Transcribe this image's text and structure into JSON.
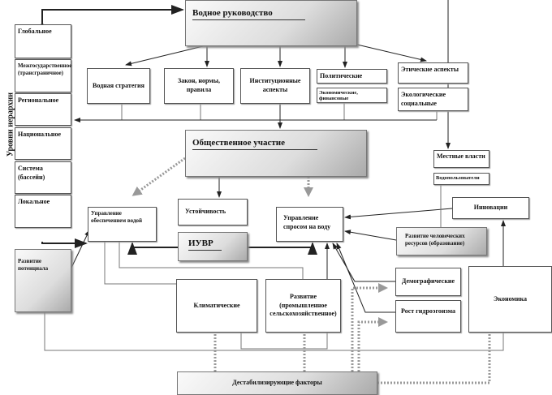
{
  "levels_label": "Уровни иерархии",
  "levels": [
    "Глобальное",
    "Межгосударственное (трансграничное)",
    "Региональное",
    "Национальное",
    "Система (бассейн)",
    "Локальное"
  ],
  "governance": "Водное руководство",
  "strategy": "Водная стратегия",
  "laws": "Закон, нормы, правила",
  "institutional": "Институционные аспекты",
  "political": "Политические",
  "economic": "Экономические, финансовые",
  "ethical": "Этические аспекты",
  "ecological": "Экологические социальные",
  "participation": "Общественное участие",
  "local_auth": "Местные власти",
  "water_users": "Водопользователи",
  "sustainability": "Устойчивость",
  "supply_mgmt": "Управление обеспечением водой",
  "demand_mgmt": "Управление спросом на воду",
  "innovation": "Инновации",
  "human_res": "Развитие человеческих ресурсов (образование)",
  "iwrm": "ИУВР",
  "capacity": "Развитие потенциала",
  "climatic": "Климатические",
  "development": "Развитие (промышленное сельскохозяйственное)",
  "demographic": "Демографические",
  "hydroegoism": "Рост гидроэгоизма",
  "economy": "Экономика",
  "destabilizing": "Дестабилизирующие факторы"
}
